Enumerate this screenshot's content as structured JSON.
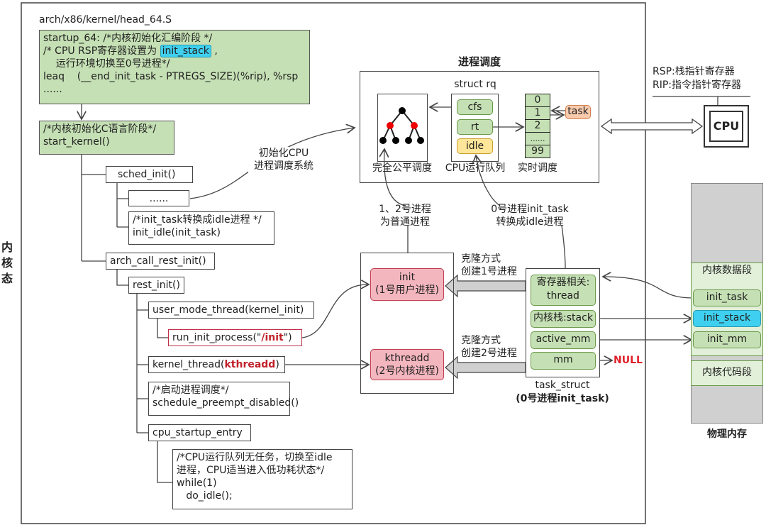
{
  "side_label": "内核态",
  "file_path": "arch/x86/kernel/head_64.S",
  "asm_box": {
    "line1": "startup_64: /*内核初始化汇编阶段 */",
    "line2_pre": "/* CPU RSP寄存器设置为 ",
    "line2_hl": "init_stack",
    "line2_post": " ,",
    "line3": "    运行环境切换至0号进程*/",
    "line4": "leaq    (__end_init_task - PTREGS_SIZE)(%rip), %rsp",
    "line5": "......"
  },
  "c_box": {
    "line1": "/*内核初始化C语言阶段*/",
    "line2": "start_kernel()"
  },
  "calls": {
    "sched_init": "sched_init()",
    "dots": "......",
    "idle_comment": "/*init_task转换成idle进程 */\ninit_idle(init_task)",
    "arch_call": "arch_call_rest_init()",
    "rest_init": "rest_init()",
    "user_mode": "user_mode_thread(kernel_init)",
    "run_init_pre": "run_init_process(\"",
    "run_init_hl": "/init",
    "run_init_post": "\")",
    "kthread_pre": "kernel_thread(",
    "kthread_hl": "kthreadd",
    "kthread_post": ")",
    "sched_comment": "/*启动进程调度*/\nschedule_preempt_disabled()",
    "cpu_startup": "cpu_startup_entry",
    "idle_loop": "/*CPU运行队列无任务，切换至idle\n进程，CPU适当进入低功耗状态*/\nwhile(1)\n   do_idle();"
  },
  "init_cpu_label": "初始化CPU\n进程调度系统",
  "sched": {
    "title": "进程调度",
    "rq_label": "struct rq",
    "rq_items": [
      "cfs",
      "rt",
      "idle"
    ],
    "rt_rows": [
      "0",
      "1",
      "2",
      "......",
      "99"
    ],
    "task": "task",
    "cfs_label": "完全公平调度",
    "rq_caption": "CPU运行队列",
    "rt_label": "实时调度"
  },
  "note_normal": "1、2号进程\n为普通进程",
  "note_idle": "0号进程init_task\n转换成idle进程",
  "cpu": {
    "rsp": "RSP:栈指针寄存器",
    "rip": "RIP:指令指针寄存器",
    "label": "CPU"
  },
  "procs": {
    "init": "init\n(1号用户进程)",
    "kthreadd": "kthreadd\n(2号内核进程)",
    "clone1": "克隆方式\n创建1号进程",
    "clone2": "克隆方式\n创建2号进程"
  },
  "task_struct": {
    "items": [
      "寄存器相关:\nthread",
      "内核栈:stack",
      "active_mm",
      "mm"
    ],
    "null": "NULL",
    "caption": "task_struct",
    "caption2": "(0号进程init_task)"
  },
  "memory": {
    "data_seg": "内核数据段",
    "items": [
      "init_task",
      "init_stack",
      "init_mm"
    ],
    "code_seg": "内核代码段",
    "label": "物理内存"
  },
  "colors": {
    "green": "#c5e0b4",
    "cyan": "#3fd0f0",
    "pink": "#f4b6be",
    "yellow": "#ffe699",
    "orange": "#f8cbad",
    "red": "#e0202a",
    "gray": "#d0d0d0"
  }
}
